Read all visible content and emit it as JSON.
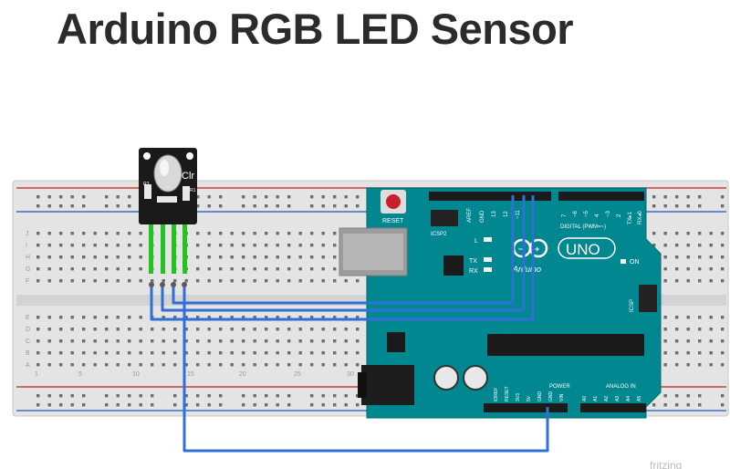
{
  "title": "Arduino RGB LED Sensor",
  "module": {
    "label": "Clr",
    "r3": "R3",
    "r1": "R1"
  },
  "board": {
    "reset": "RESET",
    "icsp2": "ICSP2",
    "aref": "AREF",
    "gnd": "GND",
    "pin13": "13",
    "pin12": "12",
    "pin_tilde11": "~11",
    "digital": "DIGITAL (PWM=~)",
    "led_l": "L",
    "led_tx": "TX",
    "led_rx": "RX",
    "brand": "Arduino",
    "logo": "UNO",
    "on": "ON",
    "icsp": "ICSP",
    "power": "POWER",
    "analog": "ANALOG IN",
    "power_pins": [
      "IOREF",
      "RESET",
      "3V3",
      "5V",
      "GND",
      "GND",
      "VIN"
    ],
    "analog_pins": [
      "A0",
      "A1",
      "A2",
      "A3",
      "A4",
      "A5"
    ],
    "digital_pins": [
      "7",
      "~6",
      "~5",
      "4",
      "~3",
      "2",
      "TX▸1",
      "RX◂0"
    ]
  },
  "breadboard": {
    "row_letters_top": [
      "J",
      "I",
      "H",
      "G",
      "F"
    ],
    "row_letters_bottom": [
      "E",
      "D",
      "C",
      "B",
      "A"
    ],
    "col_numbers": [
      "1",
      "5",
      "10",
      "15",
      "20",
      "25",
      "30"
    ]
  },
  "colors": {
    "wire": "#2f6fd6",
    "board": "#00878f",
    "pin_header": "#23c41f",
    "module": "#1a1a1a"
  },
  "watermark": "fritzing"
}
